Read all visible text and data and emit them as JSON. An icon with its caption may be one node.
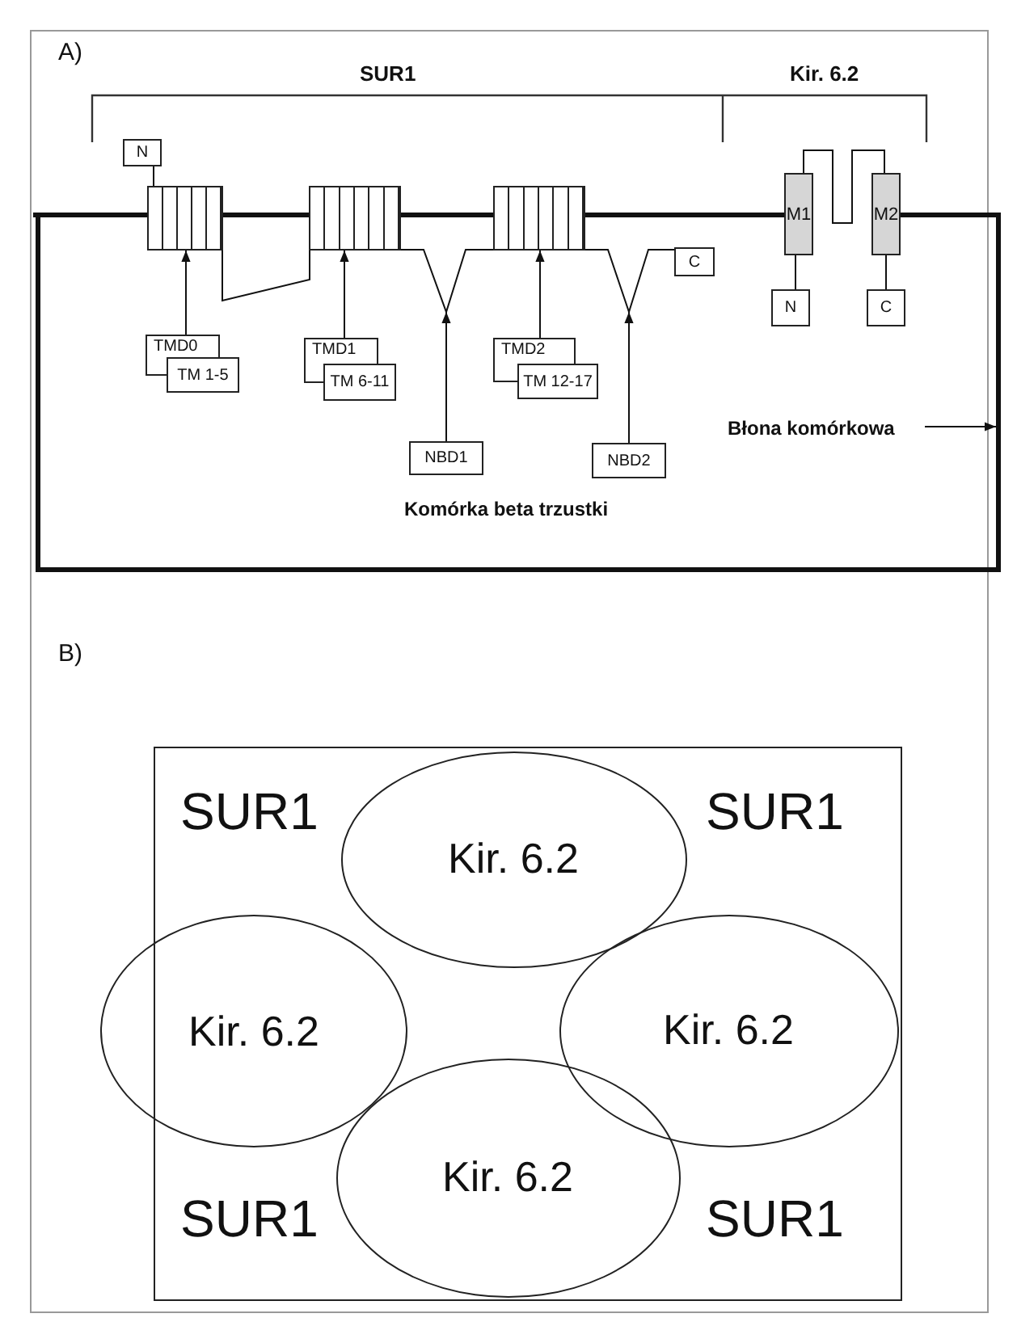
{
  "diagram": {
    "nodes": [
      {
        "text": [
          "Komórka beta trzustki"
        ]
      },
      {
        "text": [
          "N"
        ]
      },
      {
        "text": [],
        "shape": "box"
      },
      {
        "text": [],
        "shape": "box"
      },
      {
        "text": [],
        "shape": "box"
      },
      {
        "text": [
          "C"
        ],
        "in": 0
      },
      {
        "text": [
          "M1"
        ]
      },
      {
        "text": [
          "M2"
        ]
      },
      {
        "text": [
          "N"
        ],
        "in": 0
      },
      {
        "text": [
          "C"
        ],
        "in": 0
      },
      {
        "text": [
          "TMD0"
        ],
        "in": 0
      },
      {
        "text": [
          "TM 1-5"
        ],
        "in": 0
      },
      {
        "text": [
          "TMD1"
        ],
        "in": 0
      },
      {
        "text": [
          "TM 6-11"
        ],
        "in": 0
      },
      {
        "text": [
          "TMD2"
        ],
        "in": 0
      },
      {
        "text": [
          "TM 12-17"
        ],
        "in": 0
      },
      {
        "text": [
          "NBD1"
        ],
        "in": 0
      },
      {
        "text": [
          "NBD2"
        ],
        "in": 0
      },
      {
        "text": [
          "Błona komórkowa"
        ],
        "in": 0
      },
      {
        "text": [
          "SUR1",
          "SUR1",
          "SUR1",
          "SUR1"
        ]
      },
      {
        "text": [
          "Kir. 6.2"
        ],
        "in": 19
      },
      {
        "text": [
          "Kir. 6.2"
        ]
      },
      {
        "text": [
          "Kir. 6.2"
        ],
        "in": 19
      },
      {
        "text": [
          "Kir. 6.2"
        ],
        "in": 19
      }
    ],
    "edges": [
      {
        "from": 1,
        "to": 2,
        "arrow": "none"
      },
      {
        "from": 10,
        "to": 2,
        "arrow": "to"
      },
      {
        "from": 12,
        "to": 3,
        "arrow": "to"
      },
      {
        "from": 14,
        "to": 4,
        "arrow": "to"
      },
      {
        "from": 16,
        "to": null,
        "arrow": "to"
      },
      {
        "from": 17,
        "to": null,
        "arrow": "to"
      },
      {
        "from": 6,
        "to": 8,
        "arrow": "none"
      },
      {
        "from": 7,
        "to": 9,
        "arrow": "none"
      },
      {
        "from": 18,
        "to": 0,
        "arrow": "to"
      },
      {
        "from": 2,
        "to": 3,
        "arrow": "none"
      },
      {
        "from": 3,
        "to": 4,
        "arrow": "none"
      },
      {
        "from": 4,
        "to": 5,
        "arrow": "none"
      },
      {
        "from": 6,
        "to": 7,
        "arrow": "none"
      }
    ],
    "labels": [
      "A)",
      "SUR1",
      "Kir. 6.2",
      "B)"
    ]
  }
}
